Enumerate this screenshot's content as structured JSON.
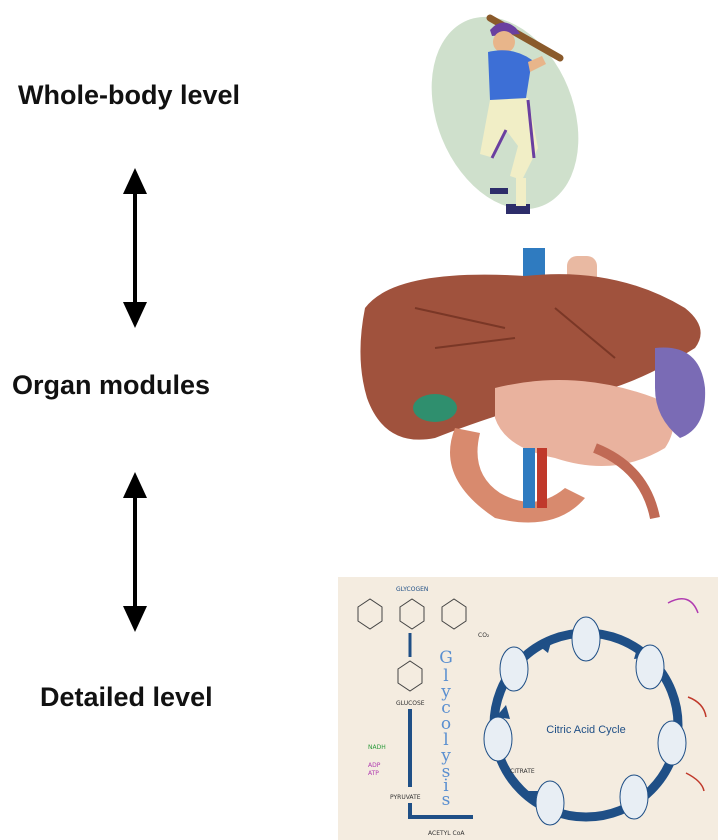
{
  "levels": {
    "whole_body": "Whole-body level",
    "organ": "Organ modules",
    "detailed": "Detailed level"
  },
  "biochem": {
    "glycolysis": [
      "G",
      "l",
      "y",
      "c",
      "o",
      "l",
      "y",
      "s",
      "i",
      "s"
    ],
    "citric_acid_cycle": "Citric Acid Cycle",
    "glycogen": "GLYCOGEN",
    "glucose": "GLUCOSE",
    "pyruvate": "PYRUVATE",
    "citrate": "CITRATE",
    "acetyl_coa": "ACETYL CoA",
    "co2": "CO₂",
    "nadh": "NADH",
    "atp": "ATP",
    "adp": "ADP"
  },
  "colors": {
    "liver": "#a0523d",
    "ellipse": "#cfe0cc",
    "cycle": "#1f4f86",
    "panel_bg": "#f4ece0"
  },
  "icons": [
    "baseball-player-illustration",
    "liver-illustration",
    "metabolism-pathway-illustration"
  ]
}
